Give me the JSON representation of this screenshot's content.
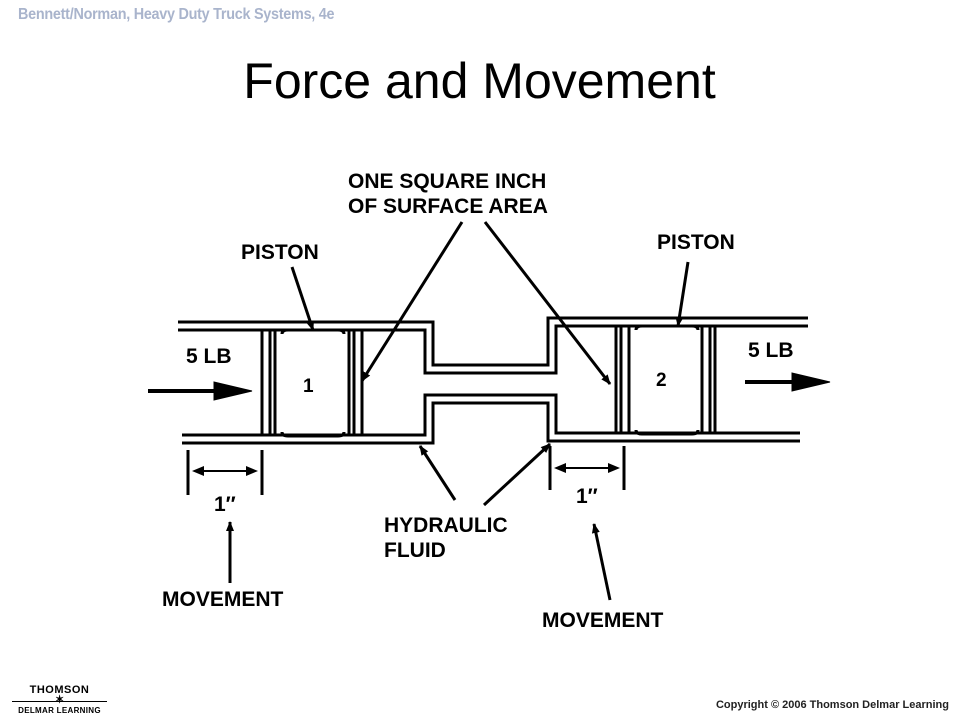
{
  "header": {
    "book_title": "Bennett/Norman, Heavy Duty Truck Systems, 4e"
  },
  "slide": {
    "title": "Force and Movement"
  },
  "diagram": {
    "label_surface_line1": "ONE SQUARE INCH",
    "label_surface_line2": "OF SURFACE AREA",
    "label_piston_left": "PISTON",
    "label_piston_right": "PISTON",
    "label_force_left": "5 LB",
    "label_force_right": "5 LB",
    "piston_number_left": "1",
    "piston_number_right": "2",
    "label_distance_left": "1″",
    "label_distance_right": "1″",
    "label_fluid_line1": "HYDRAULIC",
    "label_fluid_line2": "FLUID",
    "label_movement_left": "MOVEMENT",
    "label_movement_right": "MOVEMENT"
  },
  "footer": {
    "logo_line1": "THOMSON",
    "logo_line2": "DELMAR LEARNING",
    "copyright": "Copyright © 2006 Thomson Delmar Learning"
  }
}
